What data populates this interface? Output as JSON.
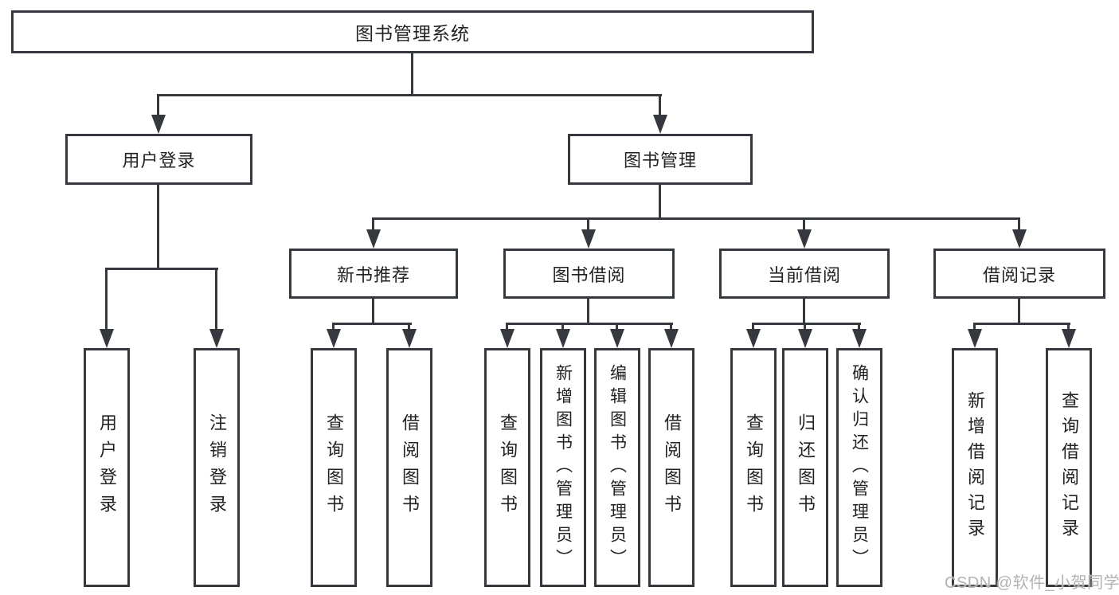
{
  "diagram_title": "图书管理系统",
  "watermark": {
    "text": "CSDN @软件_小贺同学"
  },
  "nodes": {
    "root": {
      "label": "图书管理系统"
    },
    "level2": [
      {
        "label": "用户登录"
      },
      {
        "label": "图书管理"
      }
    ],
    "level3": [
      {
        "label": "新书推荐"
      },
      {
        "label": "图书借阅"
      },
      {
        "label": "当前借阅"
      },
      {
        "label": "借阅记录"
      }
    ]
  },
  "leaves": {
    "user_login": [
      {
        "label": "用户登录"
      },
      {
        "label": "注销登录"
      }
    ],
    "new_book_recommend": [
      {
        "label": "查询图书"
      },
      {
        "label": "借阅图书"
      }
    ],
    "book_borrow": [
      {
        "label": "查询图书"
      },
      {
        "label": "新增图书（管理员）"
      },
      {
        "label": "编辑图书（管理员）"
      },
      {
        "label": "借阅图书"
      }
    ],
    "current_borrow": [
      {
        "label": "查询图书"
      },
      {
        "label": "归还图书"
      },
      {
        "label": "确认归还（管理员）"
      }
    ],
    "borrow_record": [
      {
        "label": "新增借阅记录"
      },
      {
        "label": "查询借阅记录"
      }
    ]
  }
}
